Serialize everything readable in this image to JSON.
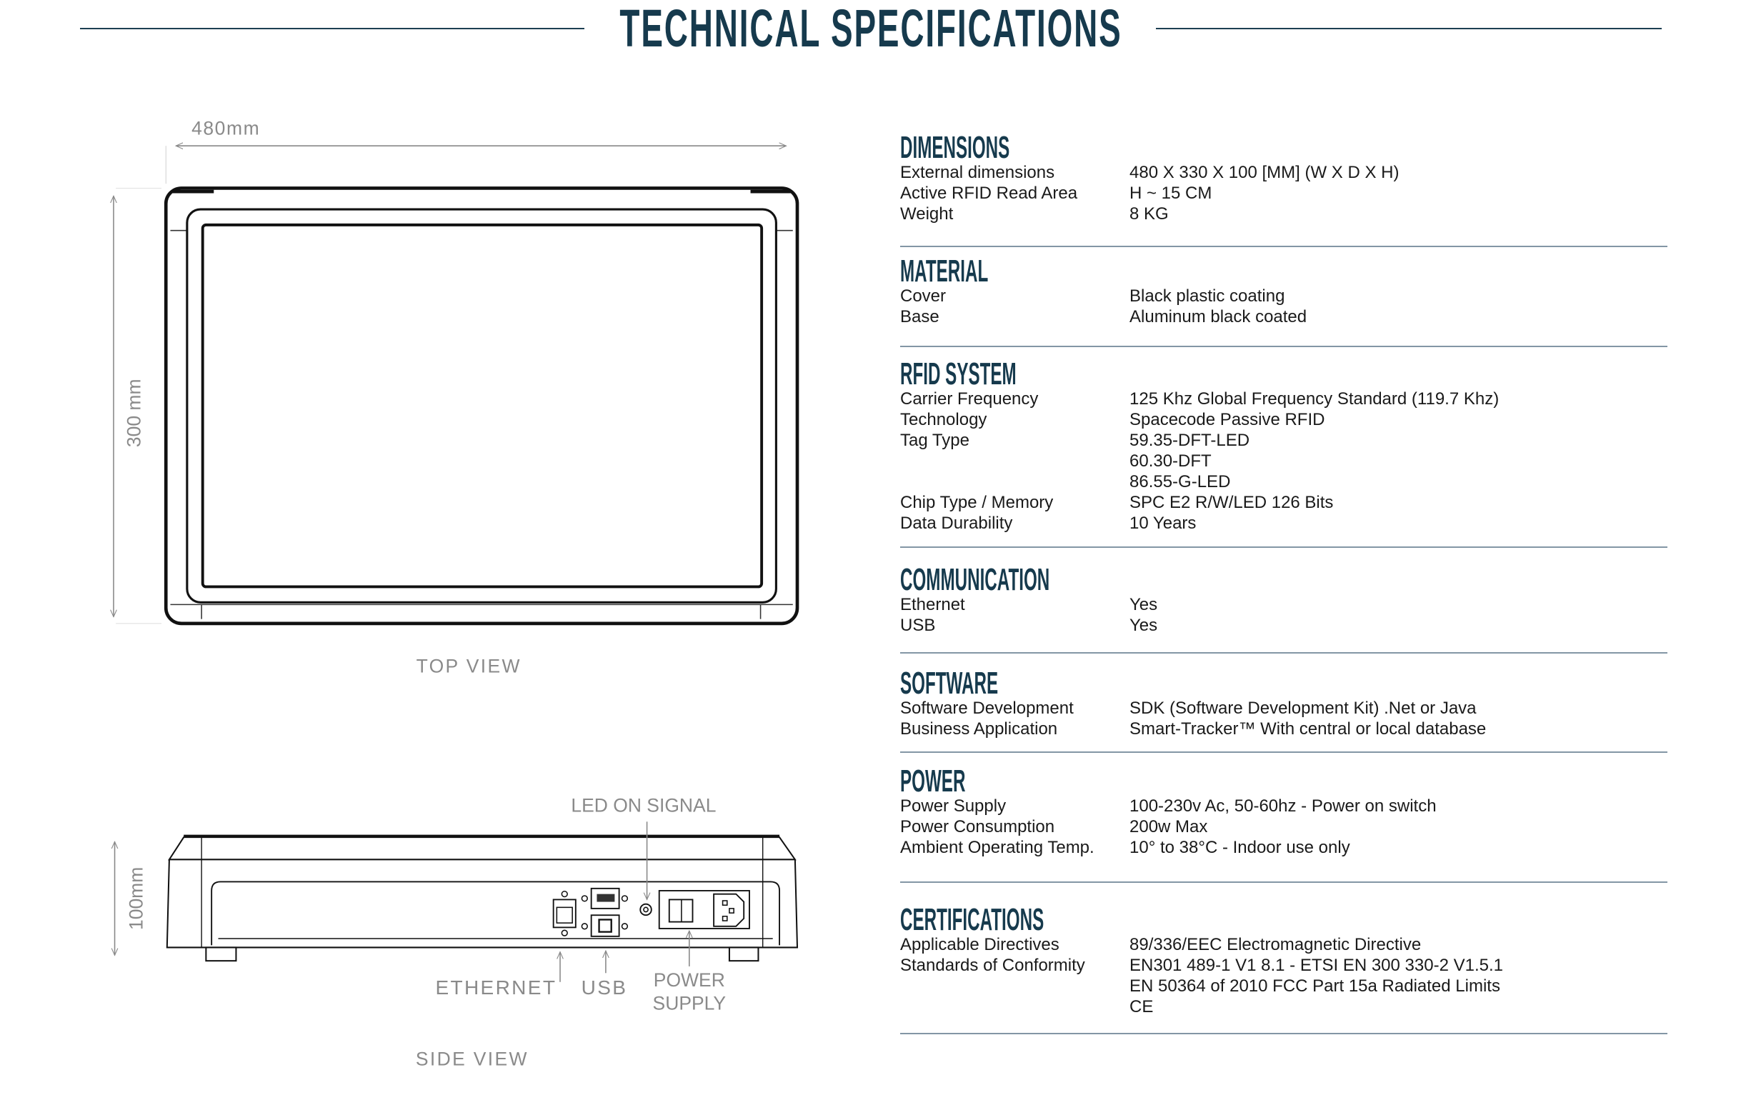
{
  "title": "TECHNICAL SPECIFICATIONS",
  "drawings": {
    "top_view": {
      "width_label": "480mm",
      "height_label": "300 mm",
      "caption": "TOP VIEW"
    },
    "side_view": {
      "height_label": "100mm",
      "caption": "SIDE VIEW",
      "led_label": "LED ON SIGNAL",
      "ethernet_label": "ETHERNET",
      "usb_label": "USB",
      "power_label_1": "POWER",
      "power_label_2": "SUPPLY"
    }
  },
  "sections": [
    {
      "title": "DIMENSIONS",
      "rows": [
        {
          "k": "External dimensions",
          "v": "480 X 330 X 100 [MM] (W X D X H)"
        },
        {
          "k": "Active RFID Read Area",
          "v": "H ~ 15 CM"
        },
        {
          "k": "Weight",
          "v": "8 KG"
        }
      ]
    },
    {
      "title": "MATERIAL",
      "rows": [
        {
          "k": "Cover",
          "v": "Black plastic coating"
        },
        {
          "k": "Base",
          "v": "Aluminum black coated"
        }
      ]
    },
    {
      "title": "RFID SYSTEM",
      "rows": [
        {
          "k": "Carrier Frequency",
          "v": "125 Khz Global Frequency Standard (119.7 Khz)"
        },
        {
          "k": "Technology",
          "v": "Spacecode Passive RFID"
        },
        {
          "k": "Tag Type",
          "v": "59.35-DFT-LED"
        },
        {
          "k": "",
          "v": "60.30-DFT"
        },
        {
          "k": "",
          "v": "86.55-G-LED"
        },
        {
          "k": "Chip Type / Memory",
          "v": "SPC E2 R/W/LED 126 Bits"
        },
        {
          "k": "Data Durability",
          "v": "10 Years"
        }
      ]
    },
    {
      "title": "COMMUNICATION",
      "rows": [
        {
          "k": "Ethernet",
          "v": "Yes"
        },
        {
          "k": "USB",
          "v": "Yes"
        }
      ]
    },
    {
      "title": "SOFTWARE",
      "rows": [
        {
          "k": "Software Development",
          "v": "SDK (Software Development Kit) .Net or Java"
        },
        {
          "k": "Business Application",
          "v": "Smart-Tracker™ With central or local database"
        }
      ]
    },
    {
      "title": "POWER",
      "rows": [
        {
          "k": "Power Supply",
          "v": "100-230v Ac, 50-60hz - Power on switch"
        },
        {
          "k": "Power Consumption",
          "v": "200w Max"
        },
        {
          "k": "Ambient Operating Temp.",
          "v": "10° to 38°C - Indoor use only"
        }
      ]
    },
    {
      "title": "CERTIFICATIONS",
      "rows": [
        {
          "k": "Applicable Directives",
          "v": "89/336/EEC Electromagnetic Directive"
        },
        {
          "k": "Standards of Conformity",
          "v": "EN301 489-1 V1 8.1 - ETSI EN 300 330-2 V1.5.1"
        },
        {
          "k": "",
          "v": "EN 50364 of 2010 FCC Part 15a Radiated Limits"
        },
        {
          "k": "",
          "v": "CE"
        }
      ]
    }
  ]
}
